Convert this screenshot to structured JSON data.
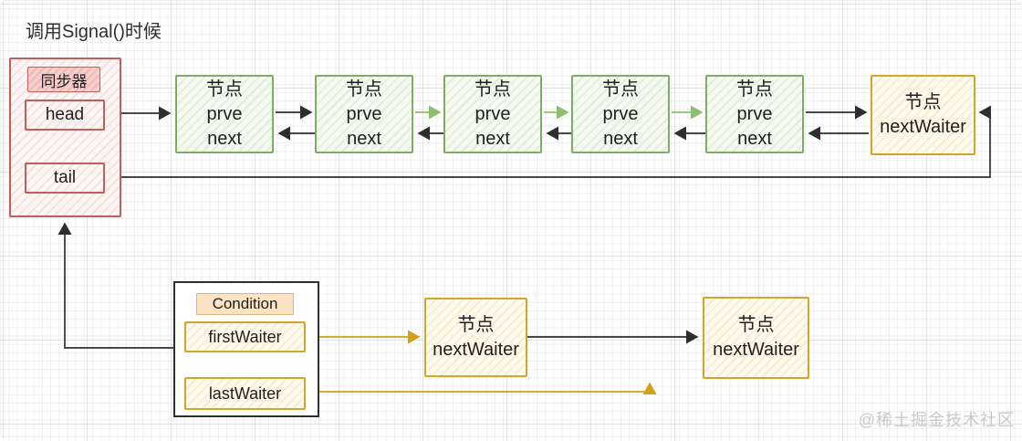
{
  "title": "调用Signal()时候",
  "watermark": "@稀土掘金技术社区",
  "colors": {
    "pink_border": "#c05f5b",
    "green_border": "#7fae63",
    "green_arrow": "#8cbf70",
    "yellow_border": "#d4a52e",
    "yellow_arrow": "#d1a119",
    "black_line": "#2e2e2e"
  },
  "synchronizer": {
    "label": "同步器",
    "fields": [
      {
        "label": "head"
      },
      {
        "label": "tail"
      }
    ]
  },
  "sync_queue": {
    "nodes": [
      {
        "name": "节点",
        "prev_label": "prve",
        "next_label": "next"
      },
      {
        "name": "节点",
        "prev_label": "prve",
        "next_label": "next"
      },
      {
        "name": "节点",
        "prev_label": "prve",
        "next_label": "next"
      },
      {
        "name": "节点",
        "prev_label": "prve",
        "next_label": "next"
      },
      {
        "name": "节点",
        "prev_label": "prve",
        "next_label": "next"
      }
    ],
    "tail_node": {
      "name": "节点",
      "waiter_label": "nextWaiter"
    }
  },
  "condition": {
    "label": "Condition",
    "fields": [
      {
        "label": "firstWaiter"
      },
      {
        "label": "lastWaiter"
      }
    ]
  },
  "condition_queue": {
    "nodes": [
      {
        "name": "节点",
        "waiter_label": "nextWaiter"
      },
      {
        "name": "节点",
        "waiter_label": "nextWaiter"
      }
    ]
  }
}
